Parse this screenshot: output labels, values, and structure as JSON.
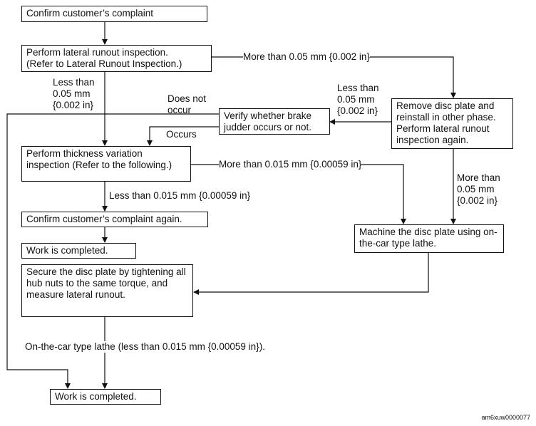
{
  "boxes": {
    "confirm": "Confirm customer’s complaint",
    "lateral": "Perform lateral runout inspection.\n(Refer to Lateral Runout Inspection.)",
    "remove": "Remove disc plate and reinstall in other phase. Perform lateral runout inspection again.",
    "verify": "Verify whether brake judder occurs or not.",
    "thickness": "Perform thickness variation inspection (Refer to the following.)",
    "confirm_again": "Confirm customer’s complaint again.",
    "work_completed_1": "Work is completed.",
    "machine": "Machine the disc plate using on-the-car type lathe.",
    "secure": "Secure the disc plate by tightening all hub nuts to the same torque, and measure lateral runout.",
    "work_completed_2": "Work is completed."
  },
  "labels": {
    "more_005_top": "More than 0.05 mm {0.002 in}",
    "less_005_left": "Less than\n0.05 mm\n{0.002 in}",
    "less_005_right": "Less than\n0.05 mm\n{0.002 in}",
    "does_not_occur": "Does not\noccur",
    "occurs": "Occurs",
    "more_0015": "More than 0.015 mm {0.00059 in}",
    "less_0015": "Less than 0.015 mm {0.00059 in}",
    "more_005_right": "More than\n0.05 mm\n{0.002 in}",
    "lathe_note": "On-the-car type lathe (less than 0.015 mm {0.00059 in})."
  },
  "figure_id": "am6xuw0000077"
}
